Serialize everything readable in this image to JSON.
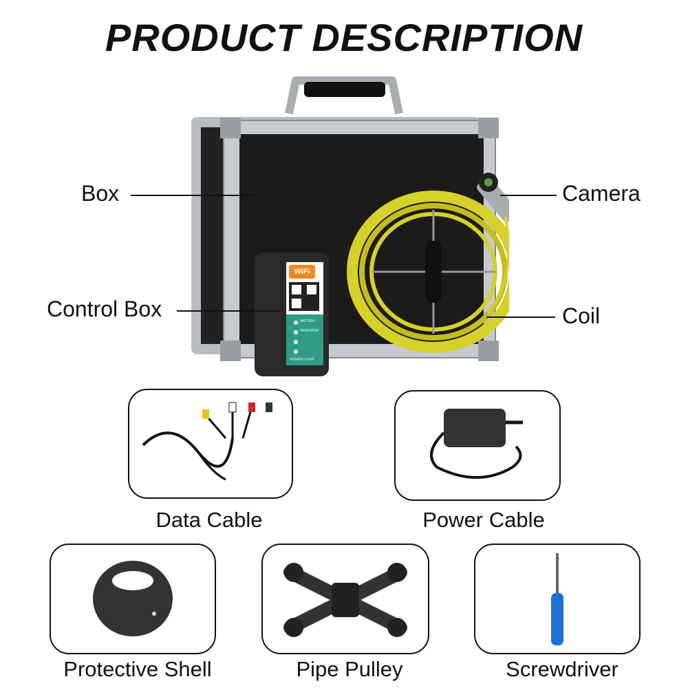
{
  "title": "PRODUCT DESCRIPTION",
  "main_labels": {
    "box": "Box",
    "control_box": "Control Box",
    "camera": "Camera",
    "coil": "Coil"
  },
  "control_box_panel": {
    "badge": "WiFi",
    "indicators": [
      "BATTERY",
      "INDICATOR",
      "POWER LIGHT"
    ]
  },
  "accessories": [
    {
      "label": "Data Cable"
    },
    {
      "label": "Power Cable"
    },
    {
      "label": "Protective Shell"
    },
    {
      "label": "Pipe Pulley"
    },
    {
      "label": "Screwdriver"
    }
  ],
  "colors": {
    "case_black": "#1b1b1b",
    "aluminum": "#b9bcc0",
    "cable_yellow": "#d6d02a",
    "control_green": "#2e9c86",
    "wifi_orange": "#f08a1c",
    "screwdriver_blue": "#1f6fd6"
  }
}
